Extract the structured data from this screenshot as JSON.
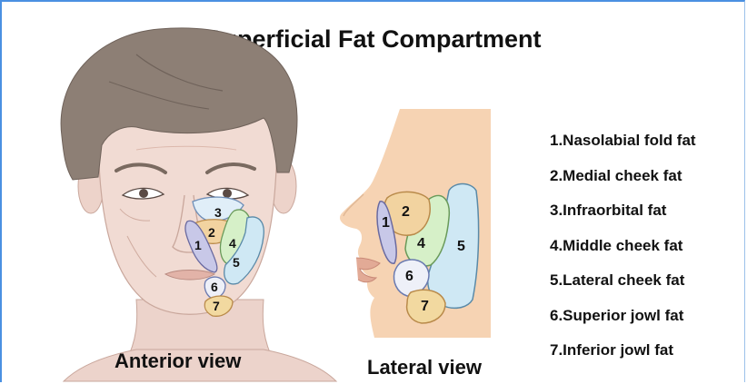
{
  "title": "Superficial Fat Compartment",
  "views": {
    "anterior": "Anterior view",
    "lateral": "Lateral view"
  },
  "legend": [
    "1.Nasolabial fold fat",
    "2.Medial cheek fat",
    "3.Infraorbital fat",
    "4.Middle cheek fat",
    "5.Lateral cheek fat",
    "6.Superior jowl fat",
    "7.Inferior jowl fat"
  ],
  "compartment_numbers": [
    "1",
    "2",
    "3",
    "4",
    "5",
    "6",
    "7"
  ],
  "colors": {
    "frame": "#4a90e2",
    "skin": "#f0d8d0",
    "skin_lateral": "#f6d3b3",
    "hair": "#8a7c72",
    "nasolabial": "#c8c8e8",
    "medial_cheek": "#f2d3a0",
    "infraorbital": "#e0eef8",
    "middle_cheek": "#d6f0c8",
    "lateral_cheek": "#cfe8f4",
    "superior_jowl": "#eef0f8",
    "inferior_jowl": "#f2d9a0"
  }
}
